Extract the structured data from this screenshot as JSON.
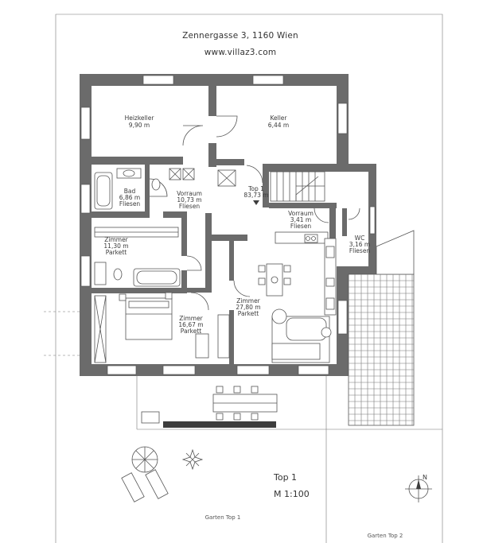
{
  "header": {
    "address": "Zennergasse 3, 1160 Wien",
    "website": "www.villaz3.com"
  },
  "rooms": [
    {
      "id": "heizkeller",
      "name": "Heizkeller",
      "area": "9,90 m"
    },
    {
      "id": "keller",
      "name": "Keller",
      "area": "6,44 m"
    },
    {
      "id": "bad",
      "name": "Bad",
      "area": "6,86 m",
      "floor": "Fliesen"
    },
    {
      "id": "vorraum1",
      "name": "Vorraum",
      "area": "10,73 m",
      "floor": "Fliesen"
    },
    {
      "id": "top1",
      "name": "Top 1",
      "area": "83,73 m"
    },
    {
      "id": "vorraum2",
      "name": "Vorraum",
      "area": "3,41 m",
      "floor": "Fliesen"
    },
    {
      "id": "wc",
      "name": "WC",
      "area": "3,16 m",
      "floor": "Fliesen"
    },
    {
      "id": "zimmer1",
      "name": "Zimmer",
      "area": "11,30 m",
      "floor": "Parkett"
    },
    {
      "id": "zimmer2",
      "name": "Zimmer",
      "area": "27,80 m",
      "floor": "Parkett"
    },
    {
      "id": "zimmer3",
      "name": "Zimmer",
      "area": "16,67 m",
      "floor": "Parkett"
    }
  ],
  "plan_info": {
    "unit": "Top 1",
    "scale": "M 1:100",
    "north": "N"
  },
  "garden": {
    "top1": "Garten Top 1",
    "top2": "Garten Top 2"
  }
}
